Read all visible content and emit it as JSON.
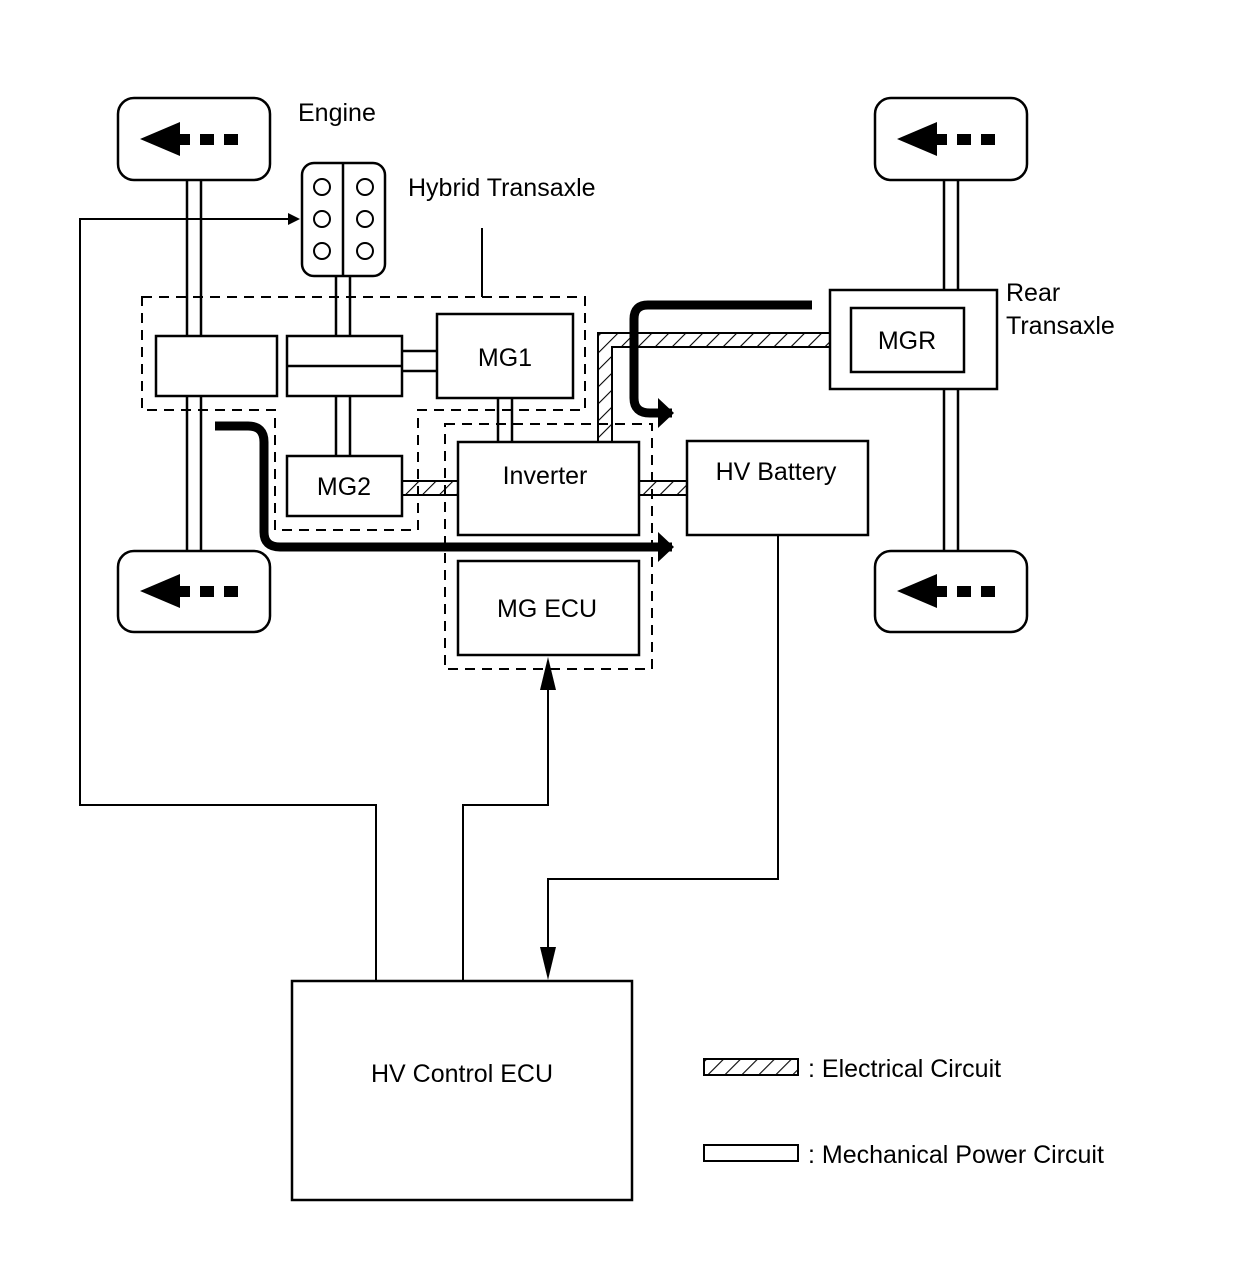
{
  "labels": {
    "engine": "Engine",
    "hybrid_transaxle": "Hybrid Transaxle",
    "rear_line1": "Rear",
    "rear_line2": "Transaxle",
    "mg1": "MG1",
    "mg2": "MG2",
    "mgr": "MGR",
    "inverter": "Inverter",
    "hv_battery": "HV Battery",
    "mg_ecu": "MG ECU",
    "hv_control_ecu": "HV Control ECU"
  },
  "legend": {
    "electrical": ": Electrical Circuit",
    "mechanical": ": Mechanical Power Circuit"
  },
  "colors": {
    "line": "#000000",
    "background": "#ffffff"
  }
}
